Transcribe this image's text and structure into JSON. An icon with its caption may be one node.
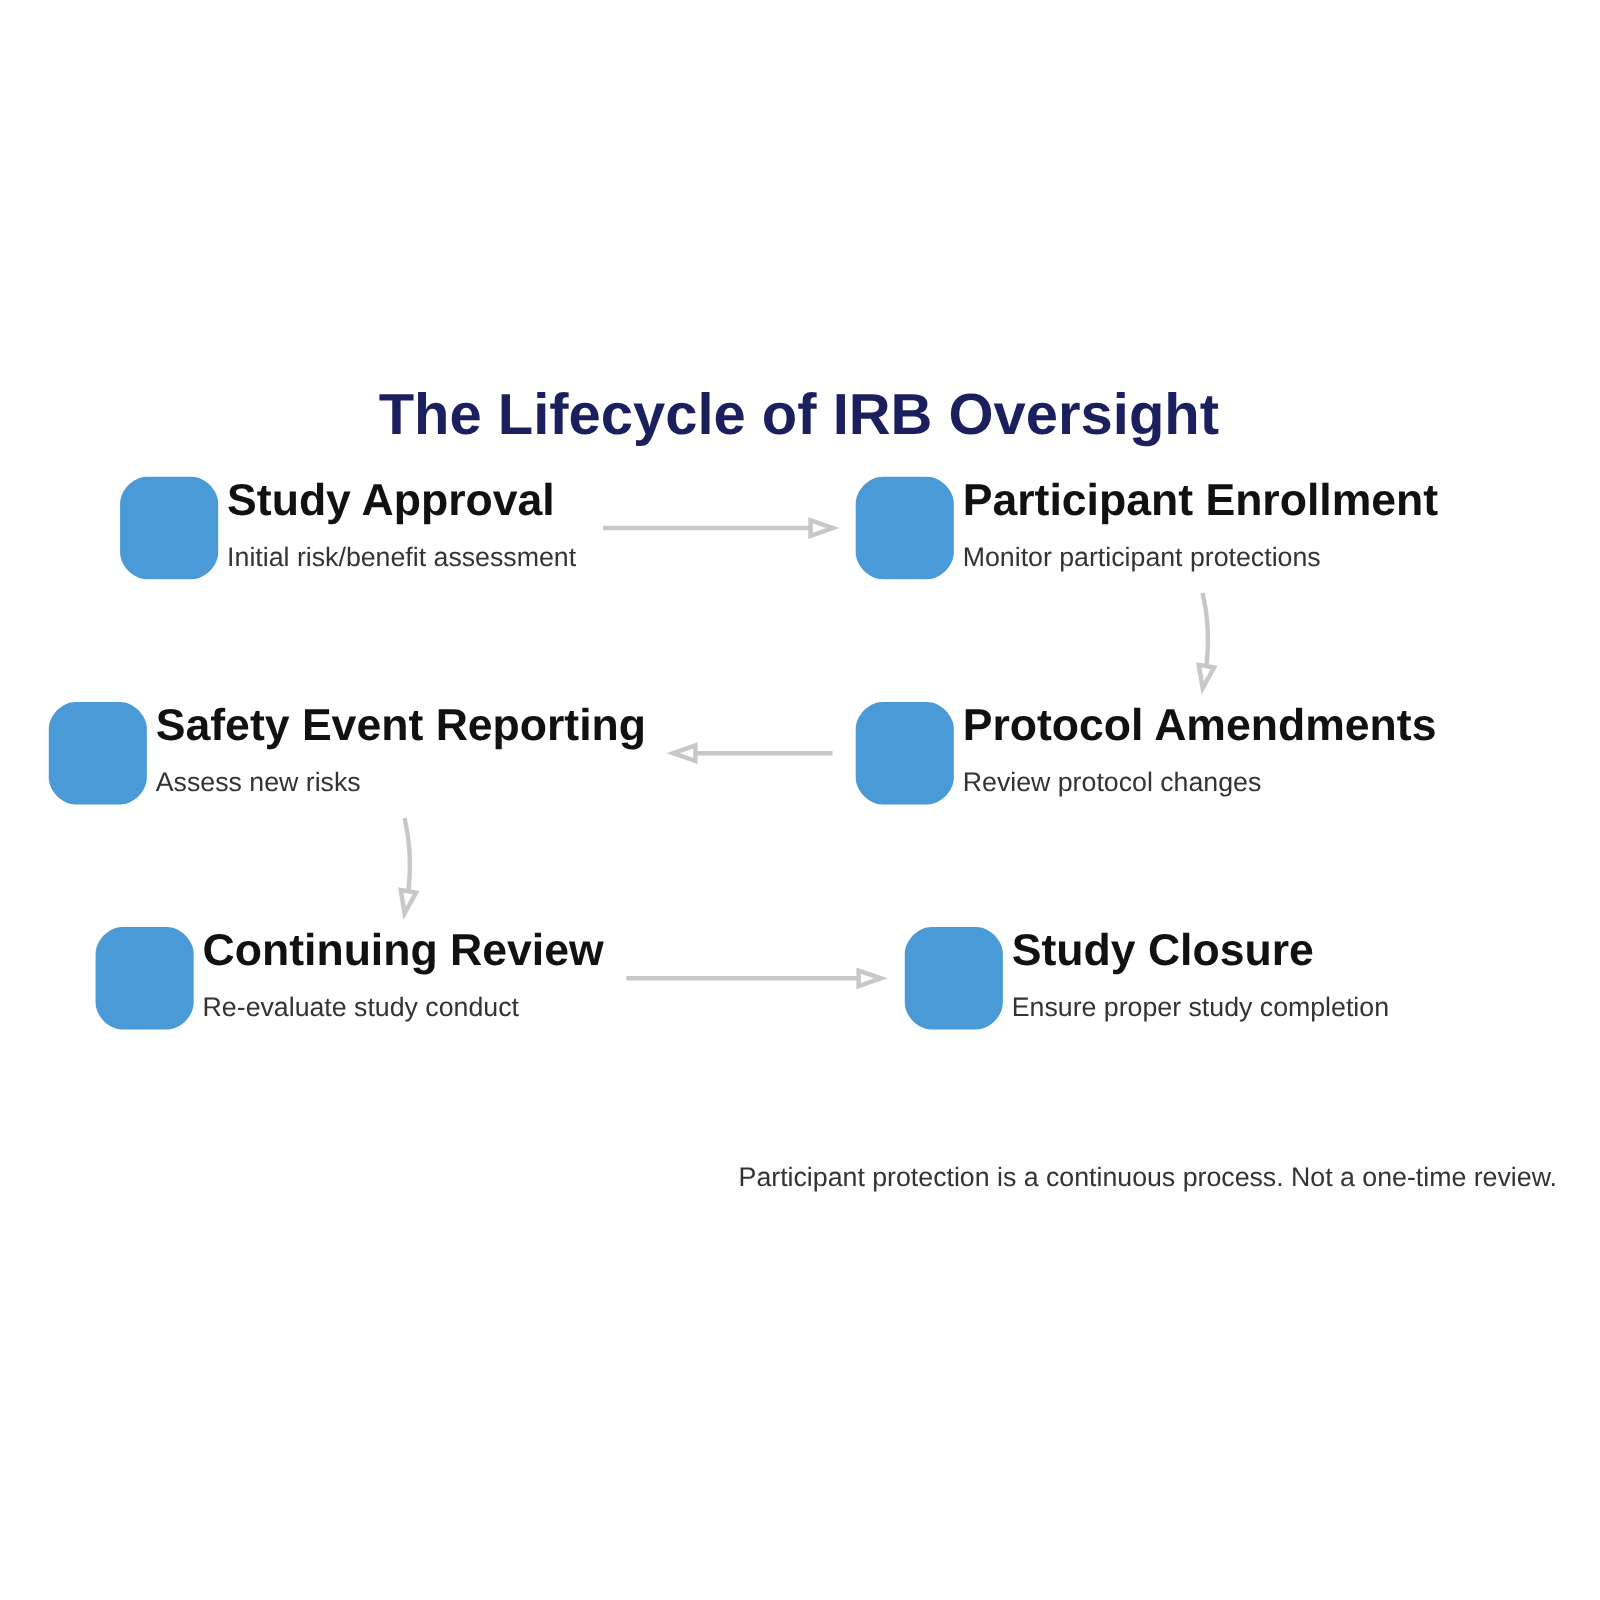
{
  "diagram": {
    "title": "The Lifecycle of IRB Oversight",
    "caption": "Participant protection is a continuous process. Not a one-time review.",
    "nodes": [
      {
        "text": [
          "Study Approval",
          "Initial risk/benefit assessment"
        ]
      },
      {
        "text": [
          "Participant Enrollment",
          "Monitor participant protections"
        ]
      },
      {
        "text": [
          "Safety Event Reporting",
          "Assess new risks"
        ]
      },
      {
        "text": [
          "Protocol Amendments",
          "Review protocol changes"
        ]
      },
      {
        "text": [
          "Continuing Review",
          "Re-evaluate study conduct"
        ]
      },
      {
        "text": [
          "Study Closure",
          "Ensure proper study completion"
        ]
      }
    ],
    "edges": [
      {
        "from": 0,
        "to": 1,
        "arrow": "to"
      },
      {
        "from": 1,
        "to": 3,
        "arrow": "to"
      },
      {
        "from": 3,
        "to": 2,
        "arrow": "to"
      },
      {
        "from": 2,
        "to": 4,
        "arrow": "to"
      },
      {
        "from": 4,
        "to": 5,
        "arrow": "to"
      }
    ]
  }
}
